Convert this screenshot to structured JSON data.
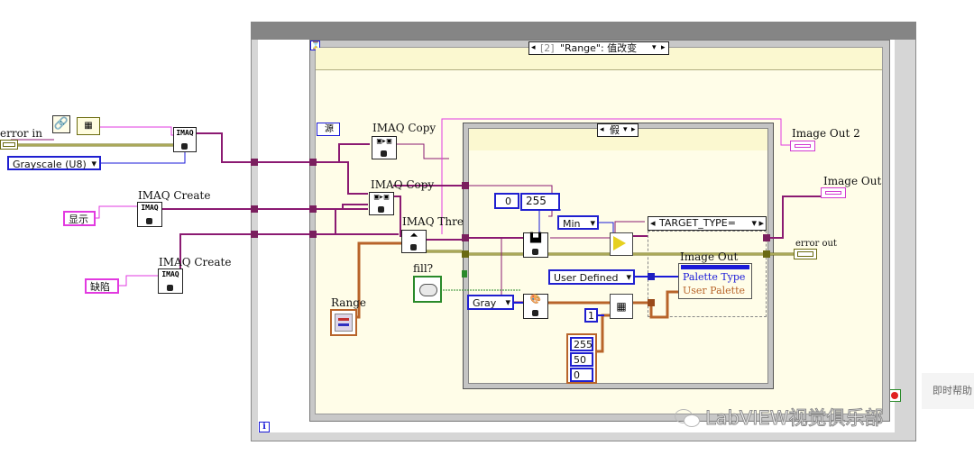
{
  "diagram": {
    "error_in_label": "error in",
    "grayscale_value": "Grayscale (U8)",
    "imaq_create_1_label": "IMAQ Create",
    "imaq_create_2_label": "IMAQ Create",
    "imaq_copy_1_label": "IMAQ Copy",
    "imaq_copy_2_label": "IMAQ Copy",
    "imaq_threshold_label": "IMAQ Thre",
    "name_const_1": "显示",
    "name_const_2": "缺陷",
    "range_label": "Range",
    "fill_label": "fill?",
    "source_label": "源",
    "imaq_tag": "IMAQ",
    "loop_index": "i"
  },
  "event_structure": {
    "selector": "[2] \"Range\": 值改变",
    "selector_index": "[2]",
    "selector_text": "\"Range\": 值改变"
  },
  "case_structure": {
    "selector": "假"
  },
  "constants": {
    "zero": "0",
    "max": "255",
    "min_mode": "Min",
    "user_defined": "User Defined",
    "gray": "Gray",
    "one": "1",
    "rgb": [
      "255",
      "50",
      "0"
    ]
  },
  "property_node": {
    "target_type": "TARGET_TYPE=",
    "header": "Image Out",
    "rows": [
      "Palette Type",
      "User Palette"
    ]
  },
  "outputs": {
    "image_out_2": "Image Out 2",
    "image_out": "Image Out",
    "error_out": "error out"
  },
  "watermark": "LabVIEW视觉俱乐部",
  "side_text": "即时帮助",
  "colors": {
    "image_wire": "#8b1a72",
    "error_wire": "#6b6b10",
    "enum_wire": "#1a1ad8",
    "cluster_wire": "#b8642a",
    "frame_gray": "#7a7a7a",
    "frame_light": "#d9d9d9",
    "struct_bg": "#fffde5",
    "event_header": "#fdfbd6"
  }
}
